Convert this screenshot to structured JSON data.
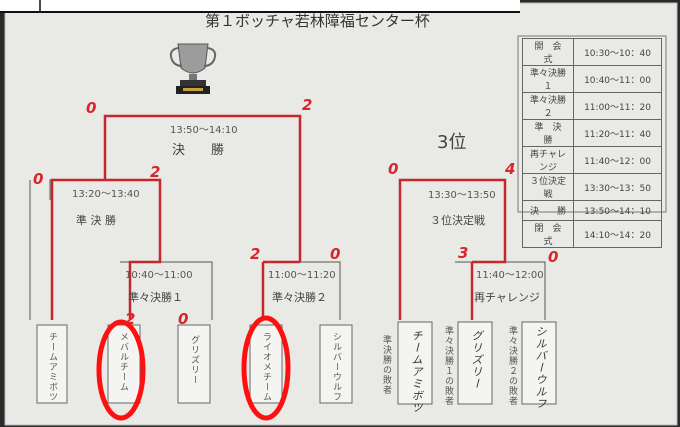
{
  "title": "第１ボッチャ若林障福センター杯",
  "third_place_heading": "3位",
  "rounds": {
    "final": {
      "label": "決　　勝",
      "time": "13:50～14:10",
      "score_left": "0",
      "score_right": "2"
    },
    "semi": {
      "label": "準 決 勝",
      "time": "13:20～13:40",
      "score_left": "0",
      "score_right": "2"
    },
    "qf1": {
      "label": "準々決勝１",
      "time": "10:40～11:00",
      "score_left": "2",
      "score_right": "0"
    },
    "qf2": {
      "label": "準々決勝２",
      "time": "11:00～11:20",
      "score_left": "2",
      "score_right": "0"
    },
    "third": {
      "label": "３位決定戦",
      "time": "13:30～13:50",
      "score_left": "0",
      "score_right": "4"
    },
    "challenge": {
      "label": "再チャレンジ",
      "time": "11:40～12:00",
      "score_left": "3",
      "score_right": "0"
    }
  },
  "teams": [
    "チームアミボツ",
    "メバルチーム",
    "グリズリー",
    "ライオメチーム",
    "シルバーウルフ",
    "準決勝の敗者",
    "チームアミボツ",
    "準々決勝１の敗者",
    "グリズリー",
    "準々決勝２の敗者",
    "シルバーウルフ"
  ],
  "schedule": [
    {
      "event": "開　会　式",
      "time": "10:30～10：40"
    },
    {
      "event": "準々決勝１",
      "time": "10:40～11：00"
    },
    {
      "event": "準々決勝２",
      "time": "11:00～11：20"
    },
    {
      "event": "準　決　勝",
      "time": "11:20～11：40"
    },
    {
      "event": "再チャレンジ",
      "time": "11:40～12：00"
    },
    {
      "event": "３位決定戦",
      "time": "13:30～13：50"
    },
    {
      "event": "決　　勝",
      "time": "13:50～14：10"
    },
    {
      "event": "閉　会　式",
      "time": "14:10～14：20"
    }
  ],
  "colors": {
    "paper": "#e9e9e6",
    "bracket_red": "#c4282c",
    "highlight_red": "#ff1010",
    "ink": "#444444"
  },
  "icons": [
    "trophy-icon"
  ]
}
